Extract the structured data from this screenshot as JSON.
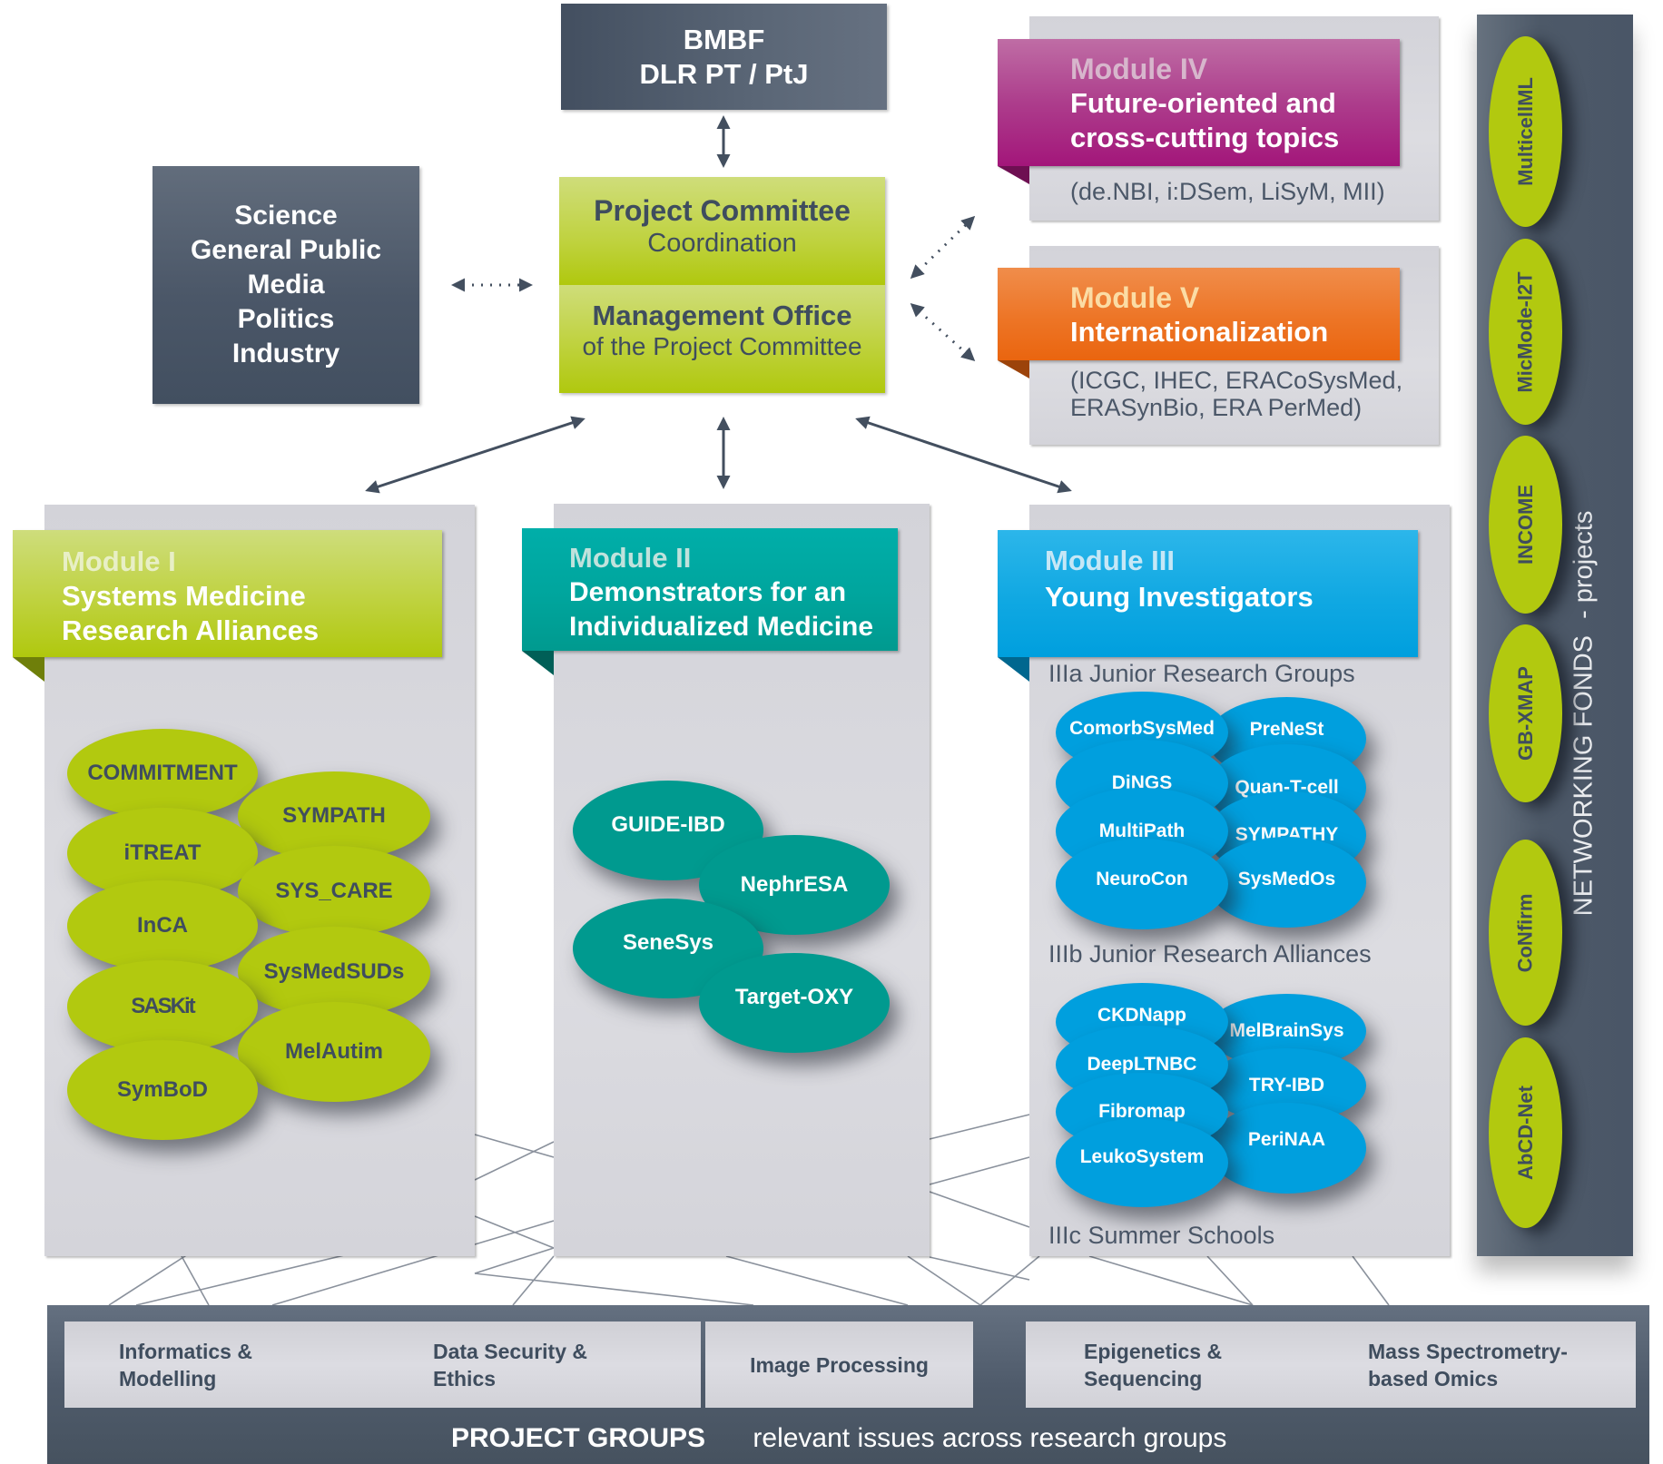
{
  "top": {
    "funder": [
      "BMBF",
      "DLR PT / PtJ"
    ],
    "stakeholders": [
      "Science",
      "General Public",
      "Media",
      "Politics",
      "Industry"
    ],
    "committee": {
      "title": "Project Committee",
      "subtitle": "Coordination",
      "office_title": "Management Office",
      "office_subtitle": "of the Project Committee"
    }
  },
  "modules": {
    "m4": {
      "label": "Module IV",
      "title_line1": "Future-oriented and",
      "title_line2": "cross-cutting topics",
      "members": "(de.NBI, i:DSem, LiSyM, MII)",
      "color": "#a3167a"
    },
    "m5": {
      "label": "Module V",
      "title": "Internationalization",
      "members_line1": "(ICGC, IHEC, ERACoSysMed,",
      "members_line2": "ERASynBio, ERA PerMed)",
      "color": "#ea650f"
    },
    "m1": {
      "label": "Module I",
      "title_line1": "Systems Medicine",
      "title_line2": "Research Alliances",
      "color": "#b2c90f",
      "projects": [
        "COMMITMENT",
        "SYMPATH",
        "iTREAT",
        "SYS_CARE",
        "InCA",
        "SysMedSUDs",
        "SASKit",
        "MelAutim",
        "SymBoD"
      ]
    },
    "m2": {
      "label": "Module II",
      "title_line1": "Demonstrators for an",
      "title_line2": "Individualized Medicine",
      "color": "#009a8f",
      "projects": [
        "GUIDE-IBD",
        "NephrESA",
        "SeneSys",
        "Target-OXY"
      ]
    },
    "m3": {
      "label": "Module III",
      "title": "Young Investigators",
      "color": "#009fde",
      "groups_label": "IIIa Junior Research Groups",
      "groups": [
        "ComorbSysMed",
        "PreNeSt",
        "DiNGS",
        "Quan-T-cell",
        "MultiPath",
        "SYMPATHY",
        "NeuroCon",
        "SysMedOs"
      ],
      "alliances_label": "IIIb Junior Research Alliances",
      "alliances": [
        "CKDNapp",
        "MelBrainSys",
        "DeepLTNBC",
        "TRY-IBD",
        "Fibromap",
        "PeriNAA",
        "LeukoSystem"
      ],
      "schools_label": "IIIc Summer Schools"
    }
  },
  "networking": {
    "title": "NETWORKING FONDS",
    "suffix": "-  projects",
    "projects": [
      "MulticellML",
      "MicMode-I2T",
      "INCOME",
      "GB-XMAP",
      "CoNfirm",
      "AbCD-Net"
    ]
  },
  "project_groups": {
    "title": "PROJECT GROUPS",
    "subtitle": "relevant issues across research groups",
    "groups": [
      [
        "Informatics &",
        "Modelling"
      ],
      [
        "Data Security &",
        "Ethics"
      ],
      [
        "Image Processing"
      ],
      [
        "Epigenetics &",
        "Sequencing"
      ],
      [
        "Mass Spectrometry-",
        "based Omics"
      ]
    ]
  }
}
